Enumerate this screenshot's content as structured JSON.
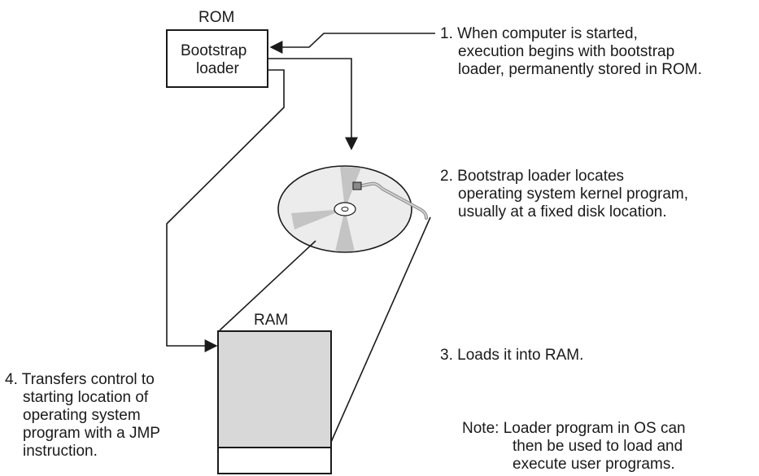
{
  "rom": {
    "title": "ROM",
    "content_line1": "Bootstrap",
    "content_line2": "loader"
  },
  "ram": {
    "title": "RAM"
  },
  "steps": [
    {
      "number": "1.",
      "lines": [
        "When computer is started,",
        "execution begins with bootstrap",
        "loader, permanently stored in ROM."
      ]
    },
    {
      "number": "2.",
      "lines": [
        "Bootstrap loader locates",
        "operating system kernel program,",
        "usually at a fixed disk location."
      ]
    },
    {
      "number": "3.",
      "lines": [
        "Loads it into RAM."
      ]
    },
    {
      "number": "4.",
      "lines": [
        "Transfers control to",
        "starting location of",
        "operating system",
        "program with a JMP",
        "instruction."
      ]
    }
  ],
  "note": {
    "label": "Note:",
    "lines": [
      "Loader program in OS can",
      "then be used to load and",
      "execute user programs."
    ]
  },
  "colors": {
    "stroke": "#1a1a1a",
    "ram_fill": "#d8d8d8",
    "disk_fill": "#ececec",
    "disk_sector": "#c4c4c4"
  }
}
